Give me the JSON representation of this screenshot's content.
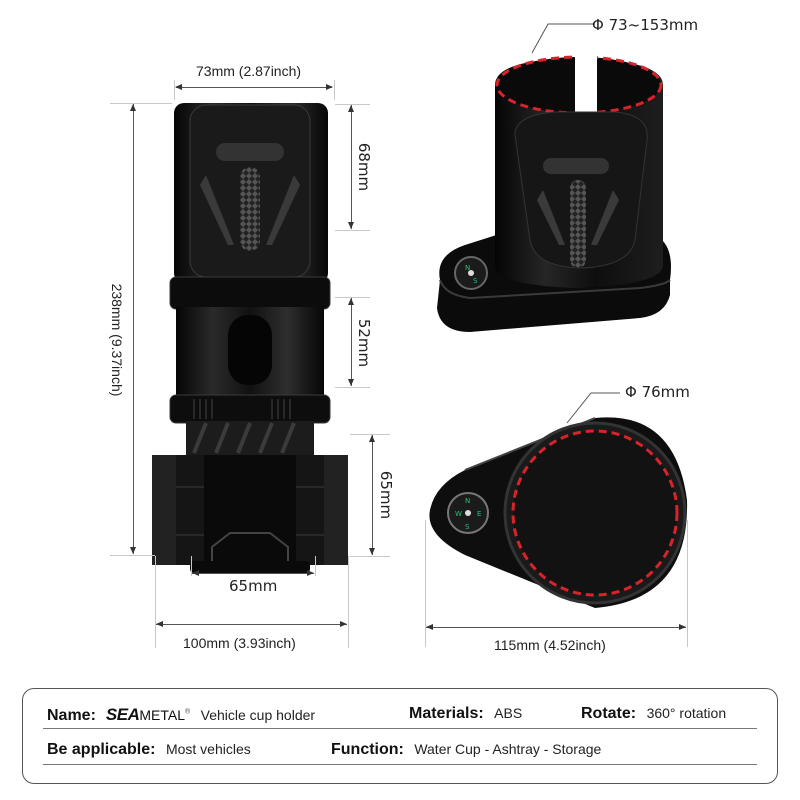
{
  "dimensions": {
    "top_width": "73mm (2.87inch)",
    "total_height": "238mm (9.37inch)",
    "upper_section_height": "68mm",
    "middle_section_height": "52mm",
    "base_height": "65mm",
    "base_inner_width": "65mm",
    "base_outer_width": "100mm (3.93inch)",
    "adjustable_diameter": "Φ 73~153mm",
    "cup_diameter": "Φ 76mm",
    "tray_width": "115mm (4.52inch)"
  },
  "colors": {
    "product_black": "#111111",
    "dash_red": "#d9232a",
    "dimension_line": "#555555",
    "compass_green": "#2bbf7a"
  },
  "specs": {
    "row1": {
      "name_label": "Name:",
      "brand_sea": "SEA",
      "brand_metal": "METAL",
      "brand_reg": "®",
      "name_value": "Vehicle cup holder",
      "materials_label": "Materials:",
      "materials_value": "ABS",
      "rotate_label": "Rotate:",
      "rotate_value": "360° rotation"
    },
    "row2": {
      "applicable_label": "Be applicable:",
      "applicable_value": "Most vehicles",
      "function_label": "Function:",
      "function_value": "Water Cup - Ashtray - Storage"
    }
  },
  "icons": {
    "compass": "compass-icon",
    "carbon_fiber": "carbon-fiber-pattern"
  }
}
